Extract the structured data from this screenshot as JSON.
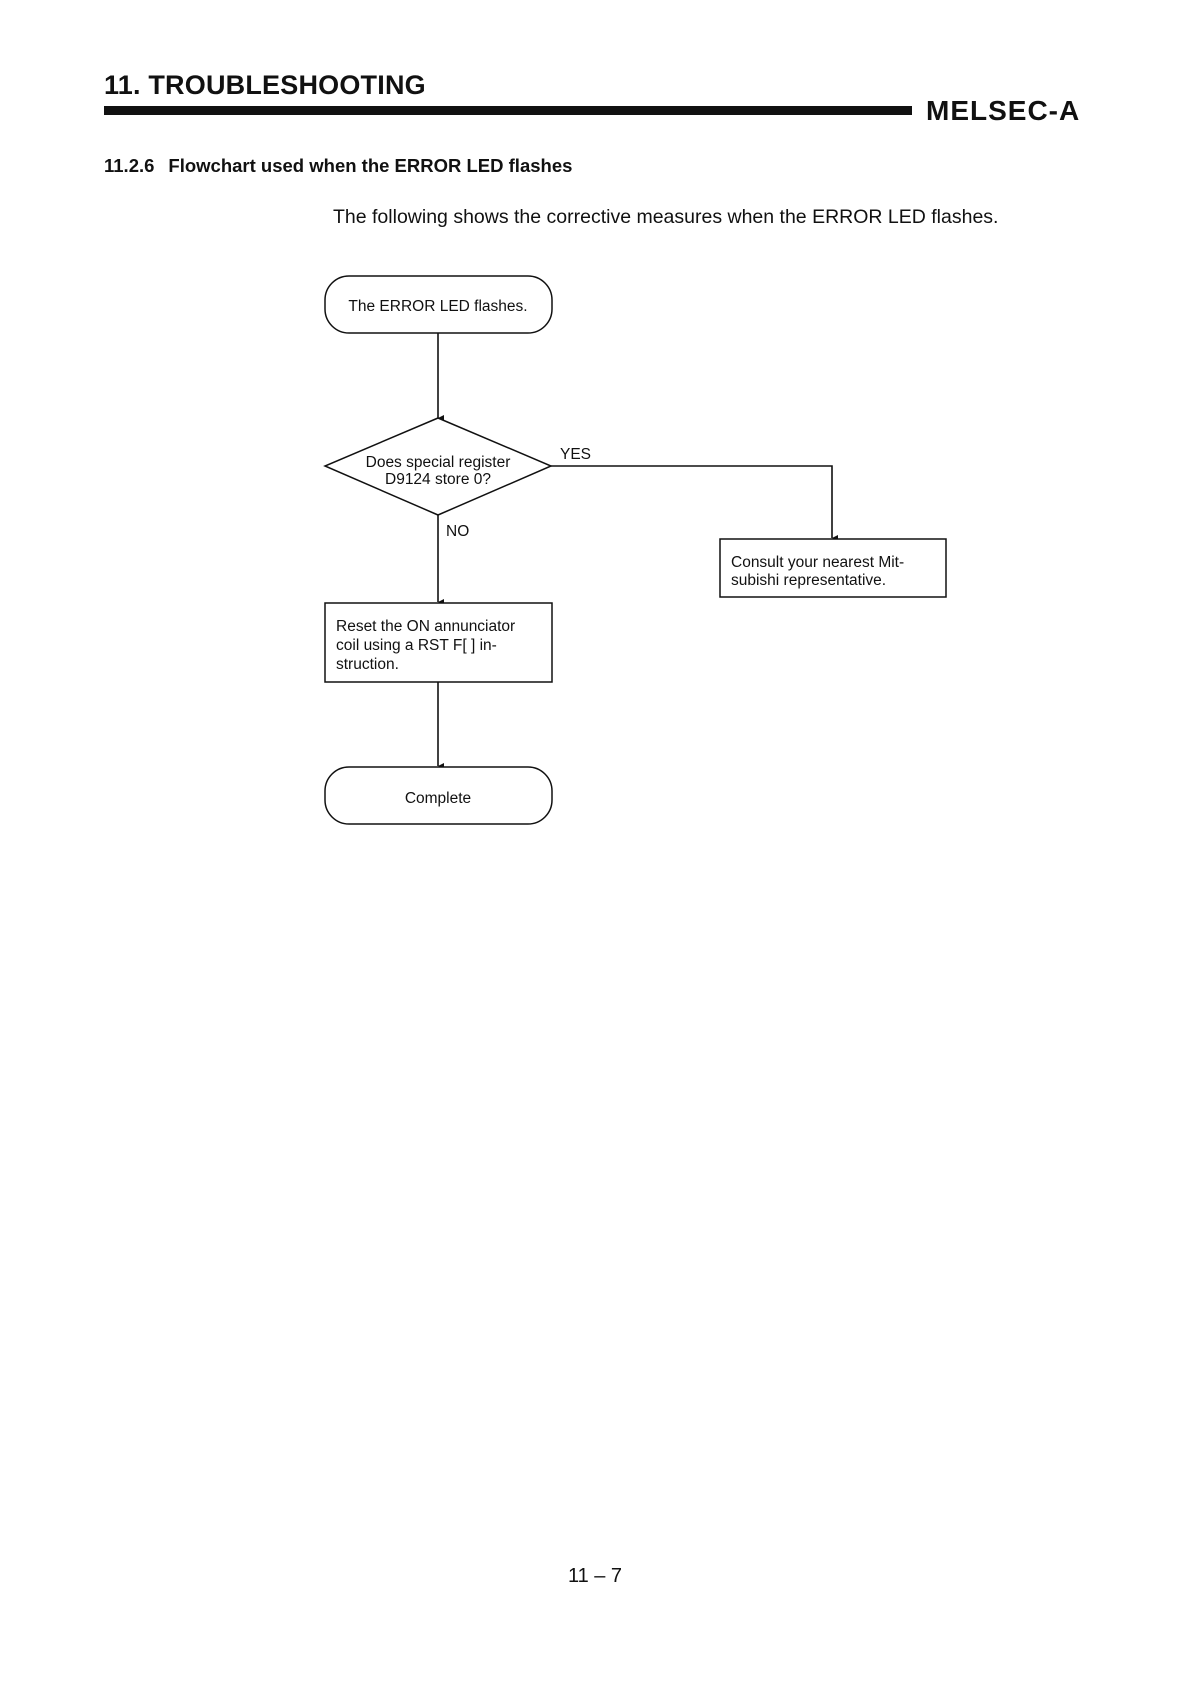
{
  "header": {
    "chapter": "11. TROUBLESHOOTING",
    "product": "MELSEC-A"
  },
  "section": {
    "number": "11.2.6",
    "title": "Flowchart used when the ERROR LED flashes"
  },
  "intro": "The following shows the corrective measures when the ERROR LED flashes.",
  "flowchart": {
    "start": "The ERROR LED flashes.",
    "decision": {
      "line1": "Does special register",
      "line2": "D9124 store 0?"
    },
    "yes_label": "YES",
    "no_label": "NO",
    "consult": {
      "line1": "Consult  your nearest Mit-",
      "line2": "subishi representative."
    },
    "reset": {
      "line1": "Reset the ON annunciator",
      "line2": "coil using a RST F[ ] in-",
      "line3": "struction."
    },
    "end": "Complete"
  },
  "footer": {
    "page": "11 – 7"
  }
}
